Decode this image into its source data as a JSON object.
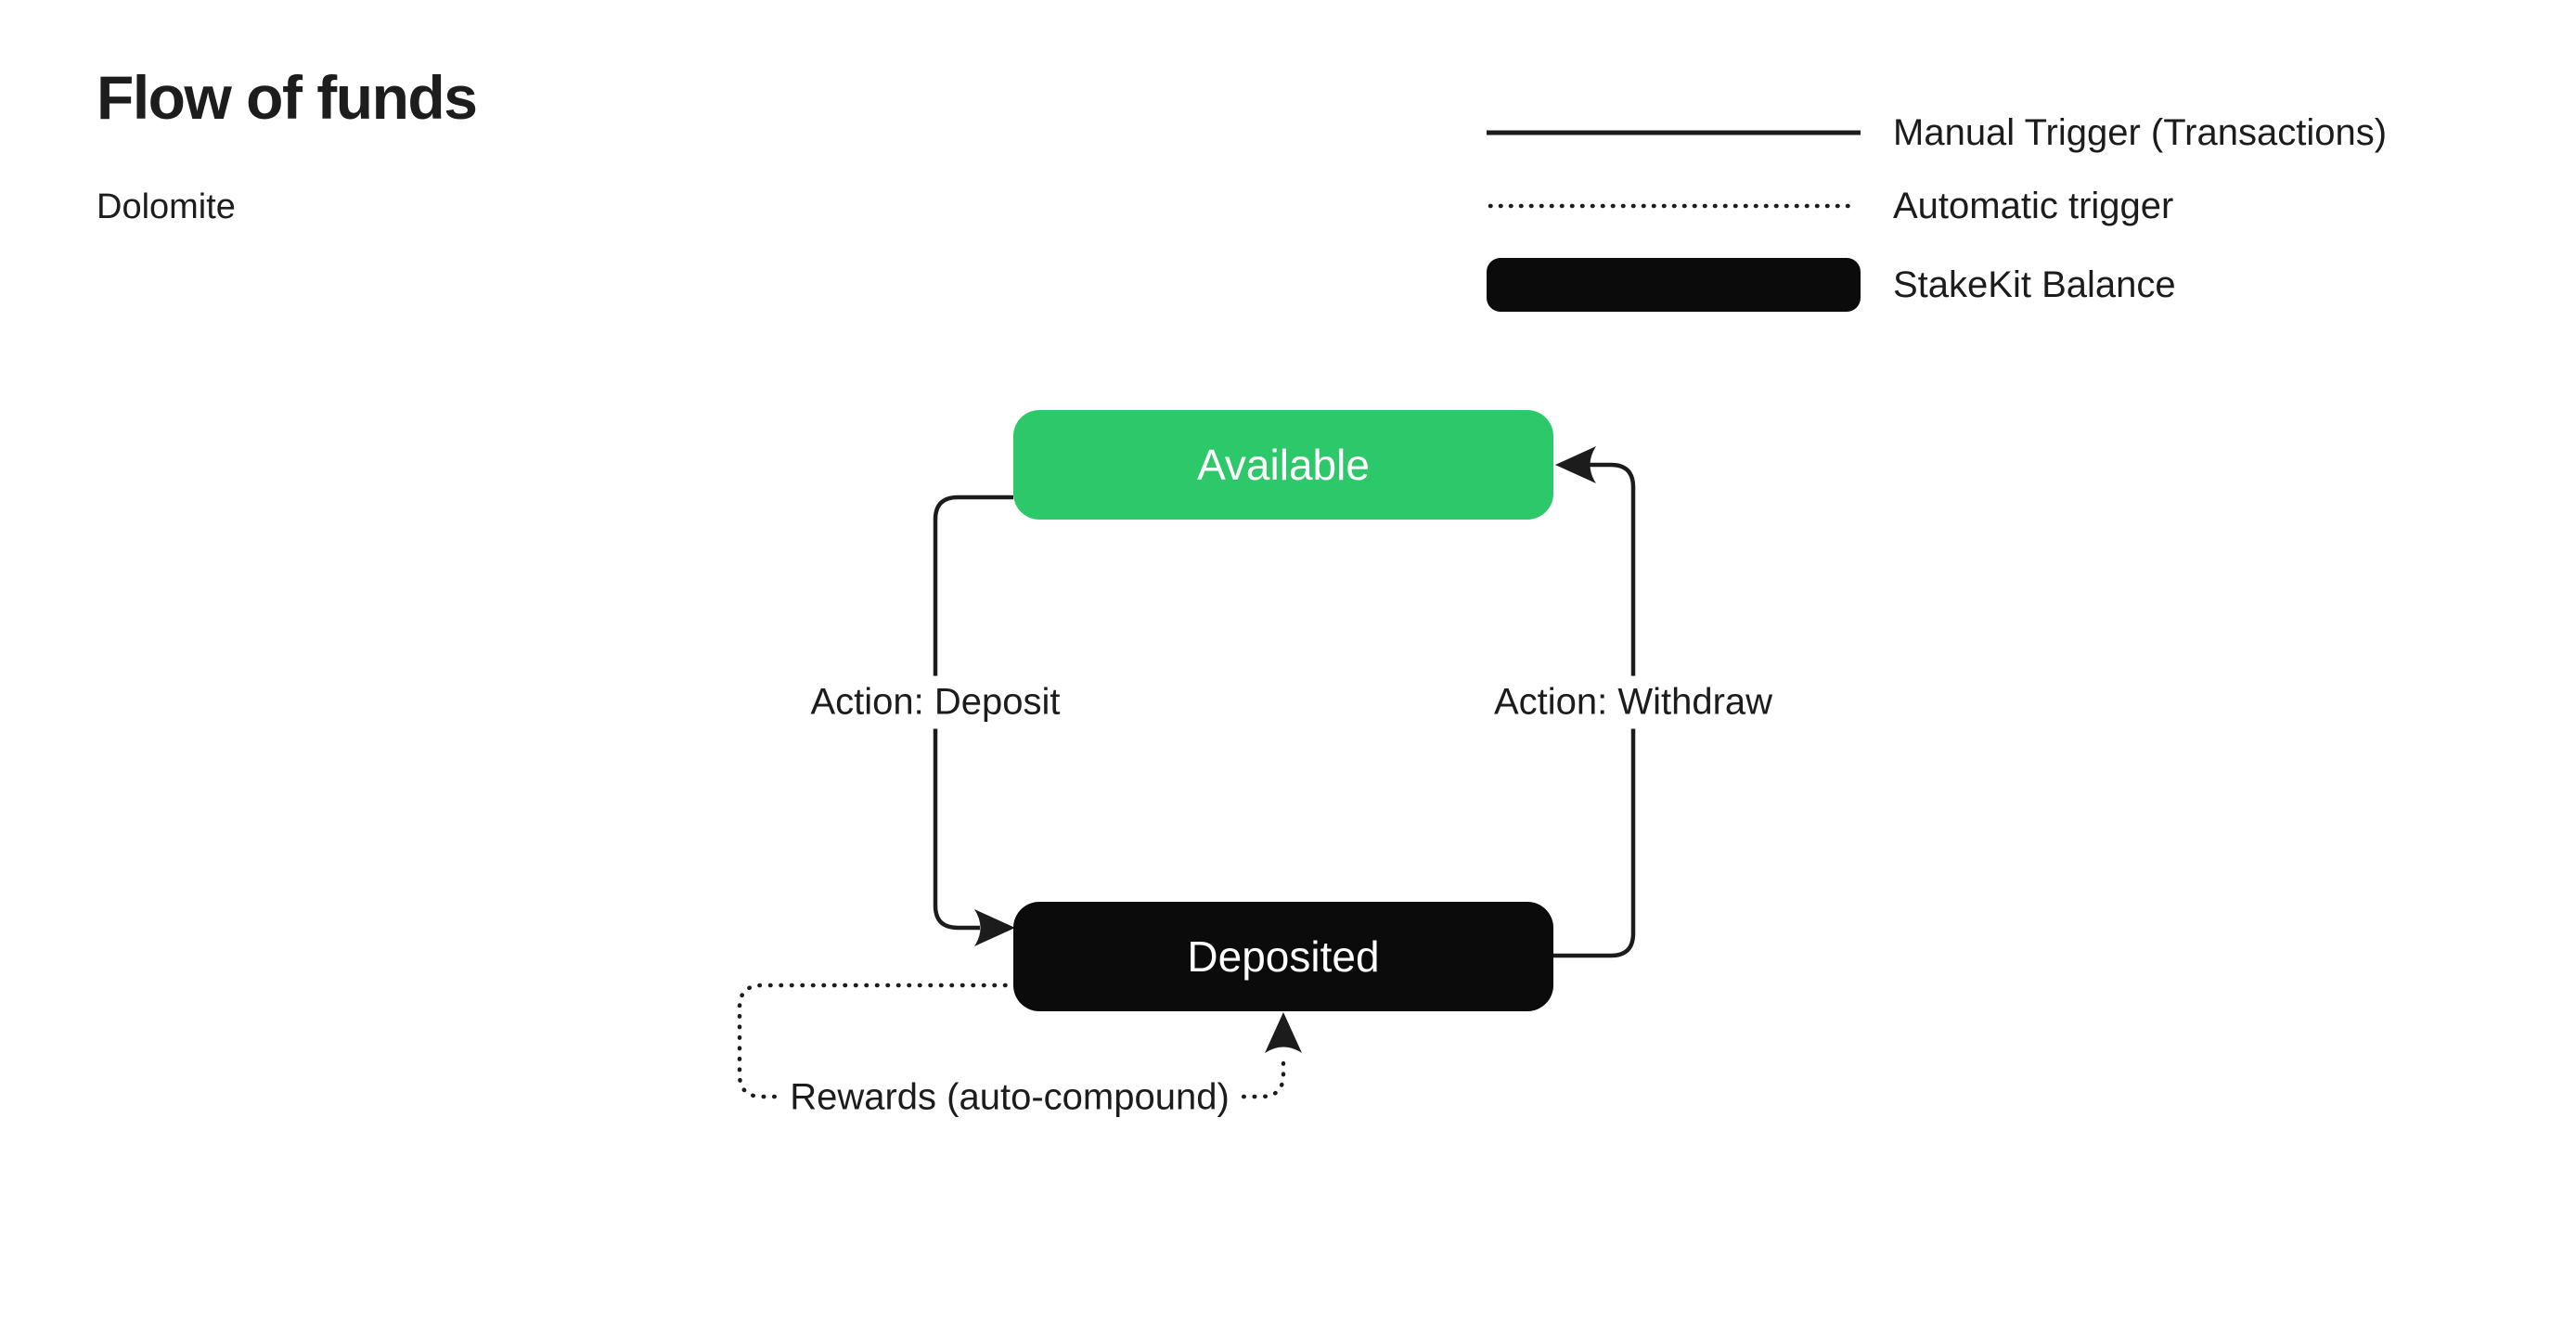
{
  "page": {
    "title": "Flow of funds",
    "subtitle": "Dolomite"
  },
  "legend": {
    "items": [
      {
        "swatch": "solid-line",
        "label": "Manual Trigger (Transactions)"
      },
      {
        "swatch": "dotted-line",
        "label": "Automatic trigger"
      },
      {
        "swatch": "filled-box",
        "label": "StakeKit Balance"
      }
    ]
  },
  "nodes": [
    {
      "id": "available",
      "label": "Available",
      "fill": "#2dc869",
      "text_color": "#ffffff"
    },
    {
      "id": "deposited",
      "label": "Deposited",
      "fill": "#0b0b0b",
      "text_color": "#ffffff"
    }
  ],
  "edges": [
    {
      "id": "deposit",
      "label": "Action: Deposit",
      "style": "solid",
      "from": "available",
      "to": "deposited"
    },
    {
      "id": "withdraw",
      "label": "Action: Withdraw",
      "style": "solid",
      "from": "deposited",
      "to": "available"
    },
    {
      "id": "rewards",
      "label": "Rewards (auto-compound)",
      "style": "dotted",
      "from": "deposited",
      "to": "deposited"
    }
  ],
  "colors": {
    "background": "#ffffff",
    "ink": "#1c1c1c",
    "node_green": "#2dc869",
    "node_black": "#0b0b0b"
  }
}
